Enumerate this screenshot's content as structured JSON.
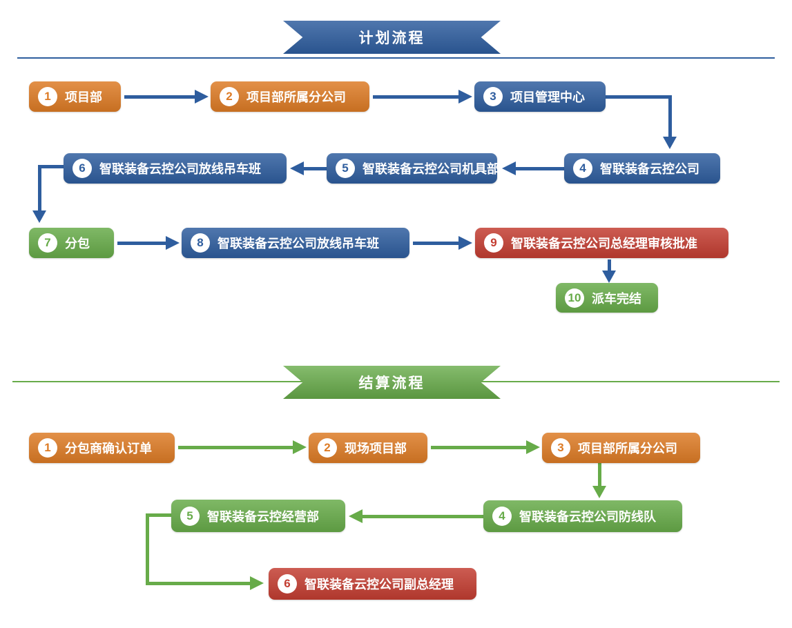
{
  "plan": {
    "banner": "计划流程",
    "nodes": [
      {
        "num": "1",
        "label": "项目部",
        "color": "orange"
      },
      {
        "num": "2",
        "label": "项目部所属分公司",
        "color": "orange"
      },
      {
        "num": "3",
        "label": "项目管理中心",
        "color": "blue"
      },
      {
        "num": "4",
        "label": "智联装备云控公司",
        "color": "blue"
      },
      {
        "num": "5",
        "label": "智联装备云控公司机具部",
        "color": "blue"
      },
      {
        "num": "6",
        "label": "智联装备云控公司放线吊车班",
        "color": "blue"
      },
      {
        "num": "7",
        "label": "分包",
        "color": "green"
      },
      {
        "num": "8",
        "label": "智联装备云控公司放线吊车班",
        "color": "blue"
      },
      {
        "num": "9",
        "label": "智联装备云控公司总经理审核批准",
        "color": "red"
      },
      {
        "num": "10",
        "label": "派车完结",
        "color": "green"
      }
    ]
  },
  "settlement": {
    "banner": "结算流程",
    "nodes": [
      {
        "num": "1",
        "label": "分包商确认订单",
        "color": "orange"
      },
      {
        "num": "2",
        "label": "现场项目部",
        "color": "orange"
      },
      {
        "num": "3",
        "label": "项目部所属分公司",
        "color": "orange"
      },
      {
        "num": "4",
        "label": "智联装备云控公司防线队",
        "color": "green"
      },
      {
        "num": "5",
        "label": "智联装备云控经营部",
        "color": "green"
      },
      {
        "num": "6",
        "label": "智联装备云控公司副总经理",
        "color": "red"
      }
    ]
  },
  "colors": {
    "orange": "#DD7B25",
    "blue": "#2E5D9E",
    "green": "#67AB49",
    "red": "#C33D31"
  }
}
